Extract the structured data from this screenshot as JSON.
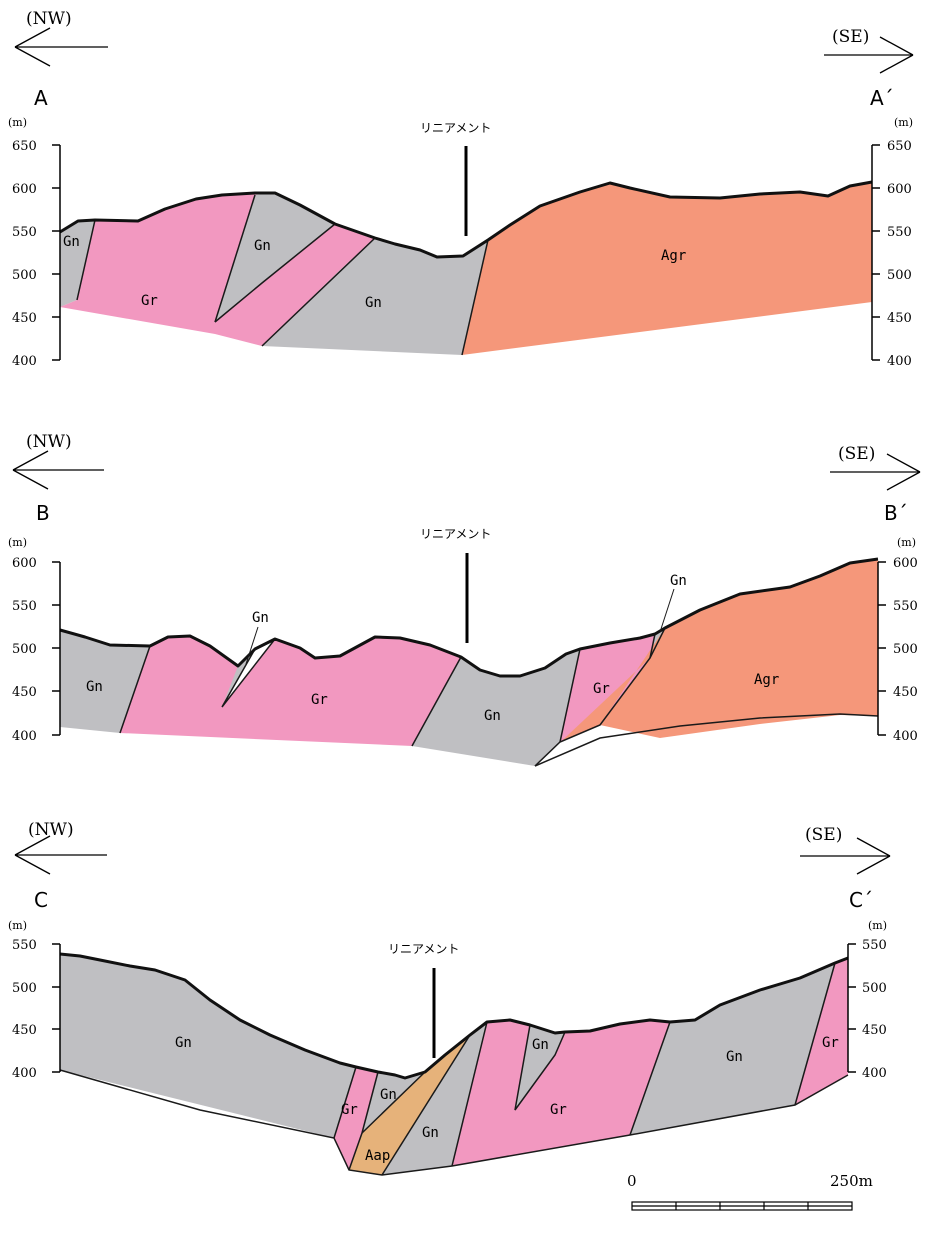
{
  "colors": {
    "Gn": "#bfbfc2",
    "Gr": "#f298c0",
    "Agr": "#f5977a",
    "Aap": "#e6b27a",
    "line": "#1a1a1a"
  },
  "sections": [
    {
      "id": "A",
      "start_label": "A",
      "end_label": "A´",
      "left_dir": "(NW)",
      "right_dir": "(SE)",
      "unit": "(m)",
      "ticks": [
        "650",
        "600",
        "550",
        "500",
        "450",
        "400"
      ],
      "lineament_label": "リニアメント",
      "units": [
        "Gn",
        "Gr",
        "Gn",
        "Gn",
        "Agr"
      ]
    },
    {
      "id": "B",
      "start_label": "B",
      "end_label": "B´",
      "left_dir": "(NW)",
      "right_dir": "(SE)",
      "unit": "(m)",
      "ticks": [
        "600",
        "550",
        "500",
        "450",
        "400"
      ],
      "lineament_label": "リニアメント",
      "units": [
        "Gn",
        "Gn",
        "Gr",
        "Gn",
        "Gr",
        "Gn",
        "Agr"
      ]
    },
    {
      "id": "C",
      "start_label": "C",
      "end_label": "C´",
      "left_dir": "(NW)",
      "right_dir": "(SE)",
      "unit": "(m)",
      "ticks": [
        "550",
        "500",
        "450",
        "400"
      ],
      "lineament_label": "リニアメント",
      "units": [
        "Gn",
        "Gr",
        "Gn",
        "Gn",
        "Aap",
        "Gn",
        "Gr",
        "Gn",
        "Gr"
      ]
    }
  ],
  "scale_bar": {
    "start": "0",
    "end": "250m"
  }
}
